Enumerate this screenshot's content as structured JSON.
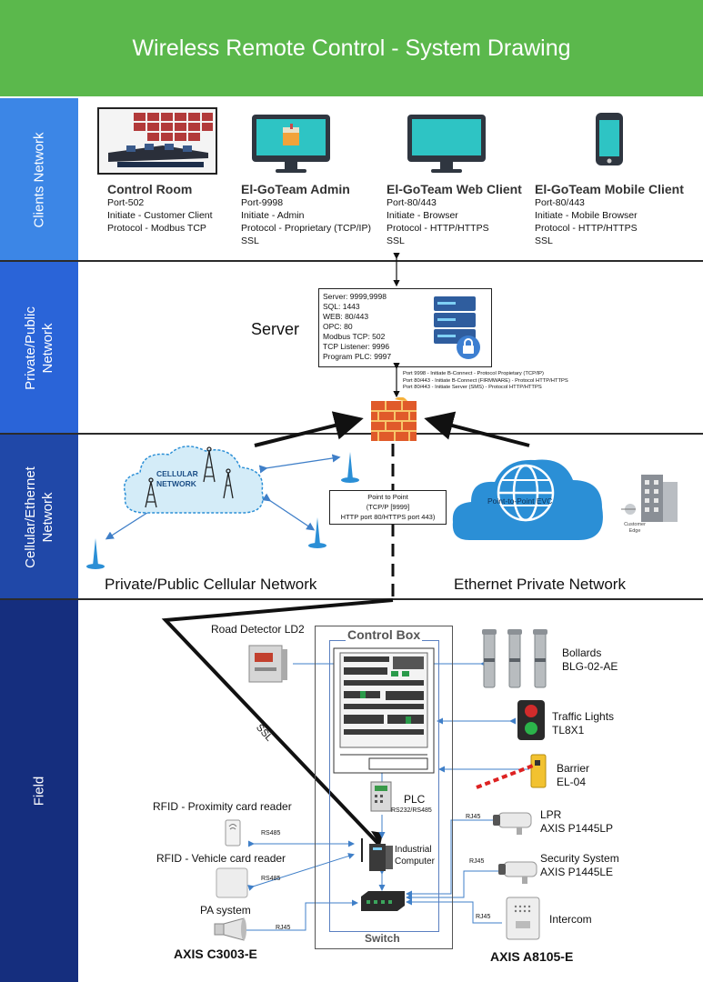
{
  "title": "Wireless Remote Control - System Drawing",
  "bands": {
    "clients": "Clients Network",
    "private_public": "Private/Public Network",
    "cellular": "Cellular/Ethernet Network",
    "field": "Field"
  },
  "clients": [
    {
      "name": "Control Room",
      "lines": [
        "Port-502",
        "Initiate - Customer Client",
        "Protocol - Modbus TCP"
      ]
    },
    {
      "name": "El-GoTeam Admin",
      "lines": [
        "Port-9998",
        "Initiate - Admin",
        "Protocol - Proprietary (TCP/IP)",
        "SSL"
      ]
    },
    {
      "name": "El-GoTeam Web Client",
      "lines": [
        "Port-80/443",
        "Initiate - Browser",
        "Protocol - HTTP/HTTPS",
        "SSL"
      ]
    },
    {
      "name": "El-GoTeam Mobile Client",
      "lines": [
        "Port-80/443",
        "Initiate - Mobile Browser",
        "Protocol - HTTP/HTTPS",
        "SSL"
      ]
    }
  ],
  "server": {
    "label": "Server",
    "ports": [
      "Server: 9999,9998",
      "SQL: 1443",
      "WEB: 80/443",
      "OPC: 80",
      "Modbus TCP: 502",
      "TCP Listener: 9996",
      "Program PLC: 9997"
    ]
  },
  "firewall_notes": [
    "Port 9998 - Initiate B-Connect - Protocol Propietary (TCP/IP)",
    "Port 80/443 - Initiate B-Connect (FIRMWARE) - Protocol HTTP/HTTPS",
    "Port 80/443 - Initiate Server (SMS) - Protocol HTTP/HTTPS"
  ],
  "cellular": {
    "cloud_label": "CELLULAR NETWORK",
    "p2p_box": [
      "Point to Point",
      "(TCP/P [9999]",
      "HTTP port 80/HTTPS port 443)"
    ],
    "evc_label": "Point-to-Point EVC",
    "customer_edge": "Customer Edge",
    "left_caption": "Private/Public Cellular Network",
    "right_caption": "Ethernet Private Network"
  },
  "field": {
    "control_box": "Control Box",
    "switch": "Switch",
    "ssl": "SSL",
    "road_detector": "Road Detector LD2",
    "plc": "PLC",
    "plc_sub": "RS232/RS485",
    "industrial_computer": "Industrial Computer",
    "rfid_prox": "RFID - Proximity card reader",
    "rfid_vehicle": "RFID - Vehicle card reader",
    "pa_system": "PA system",
    "axis_c3003": "AXIS C3003-E",
    "axis_a8105": "AXIS A8105-E",
    "rs485": "RS485",
    "rj45": "RJ45",
    "bollards": [
      "Bollards",
      "BLG-02-AE"
    ],
    "traffic_lights": [
      "Traffic Lights",
      "TL8X1"
    ],
    "barrier": [
      "Barrier",
      "EL-04"
    ],
    "lpr": [
      "LPR",
      "AXIS P1445LP"
    ],
    "security": [
      "Security System",
      "AXIS P1445LE"
    ],
    "intercom": "Intercom"
  },
  "colors": {
    "header": "#5bb84c",
    "band_clients": "#3c86e6",
    "band_private": "#2a64d8",
    "band_cellular": "#2048a8",
    "band_field": "#152e7e",
    "cloud": "#2b8fd6",
    "arrow": "#3f7fc8"
  }
}
